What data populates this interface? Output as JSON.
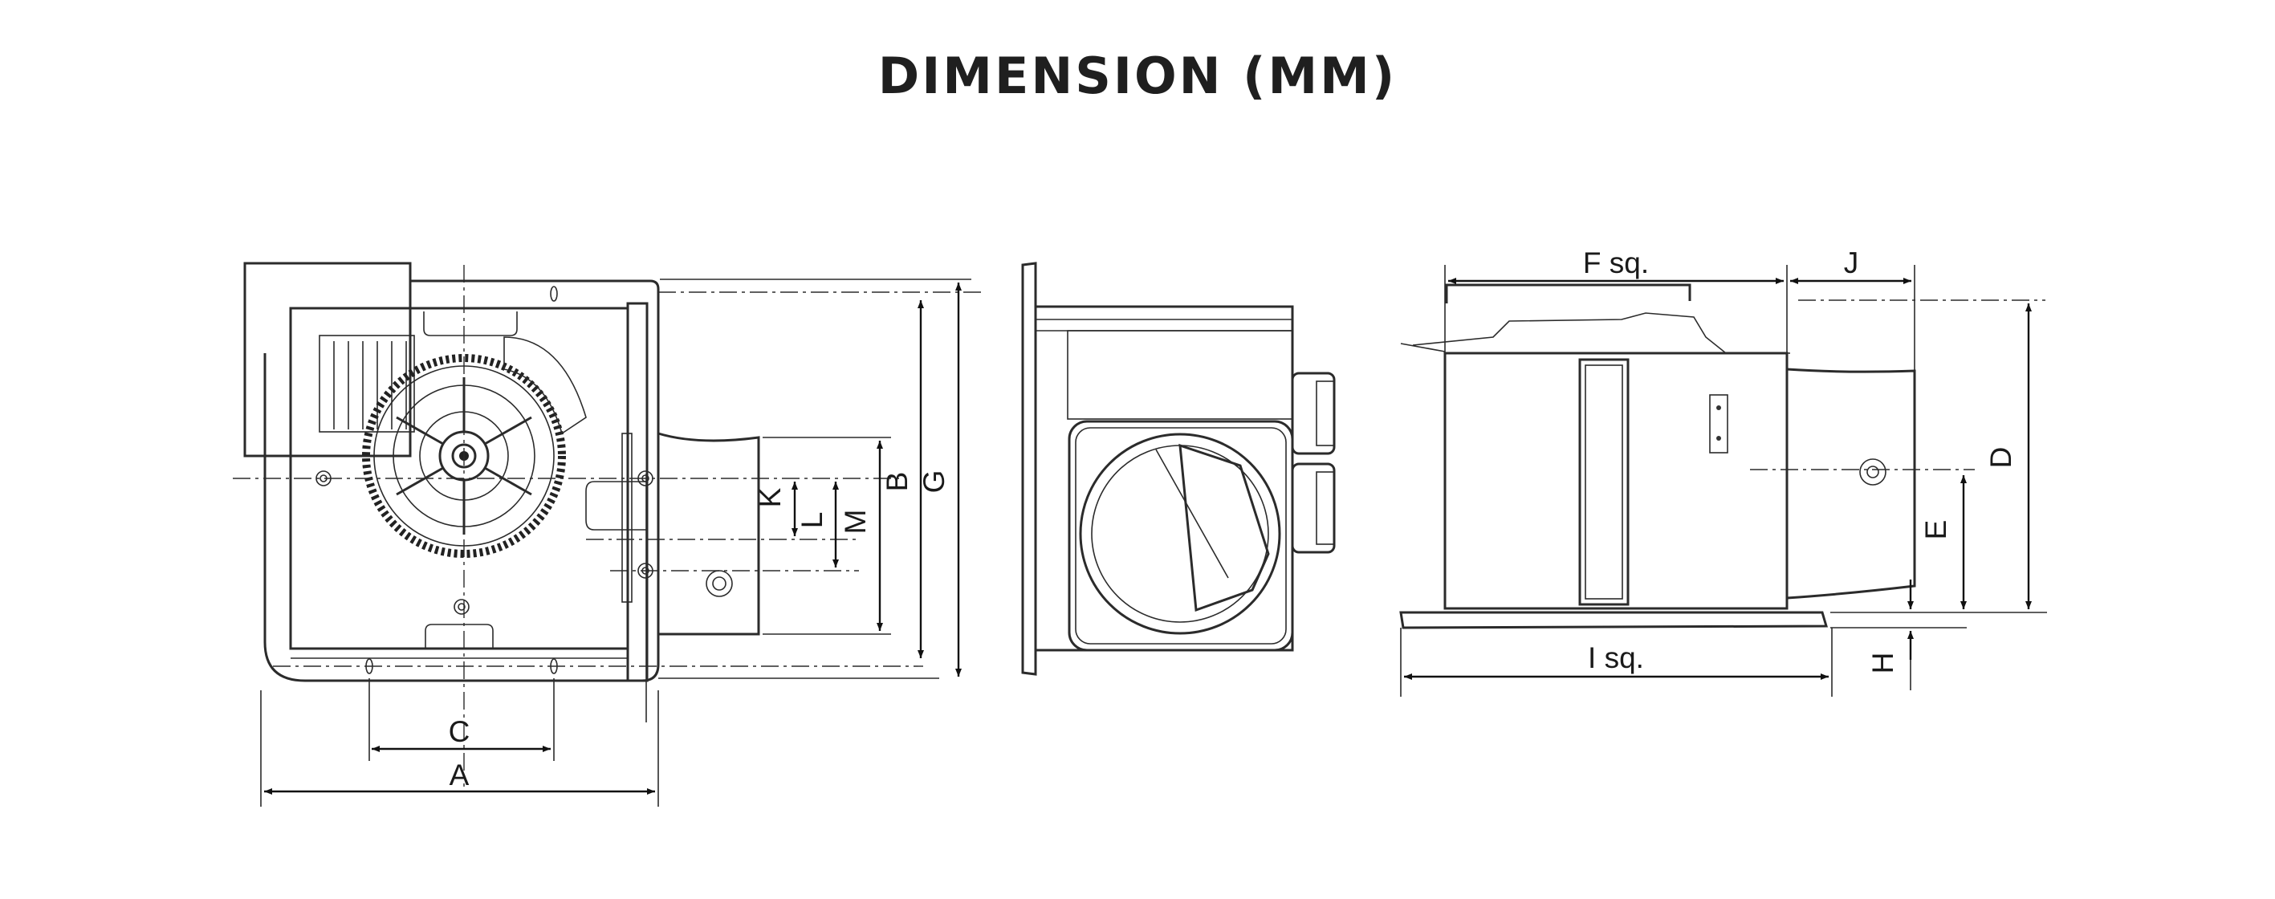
{
  "title": "DIMENSION (MM)",
  "labels": {
    "A": "A",
    "B": "B",
    "C": "C",
    "D": "D",
    "E": "E",
    "F": "F sq.",
    "G": "G",
    "H": "H",
    "I": "I sq.",
    "J": "J",
    "K": "K",
    "L": "L",
    "M": "M"
  },
  "views": [
    "bottom-view",
    "side-view",
    "front-view"
  ]
}
